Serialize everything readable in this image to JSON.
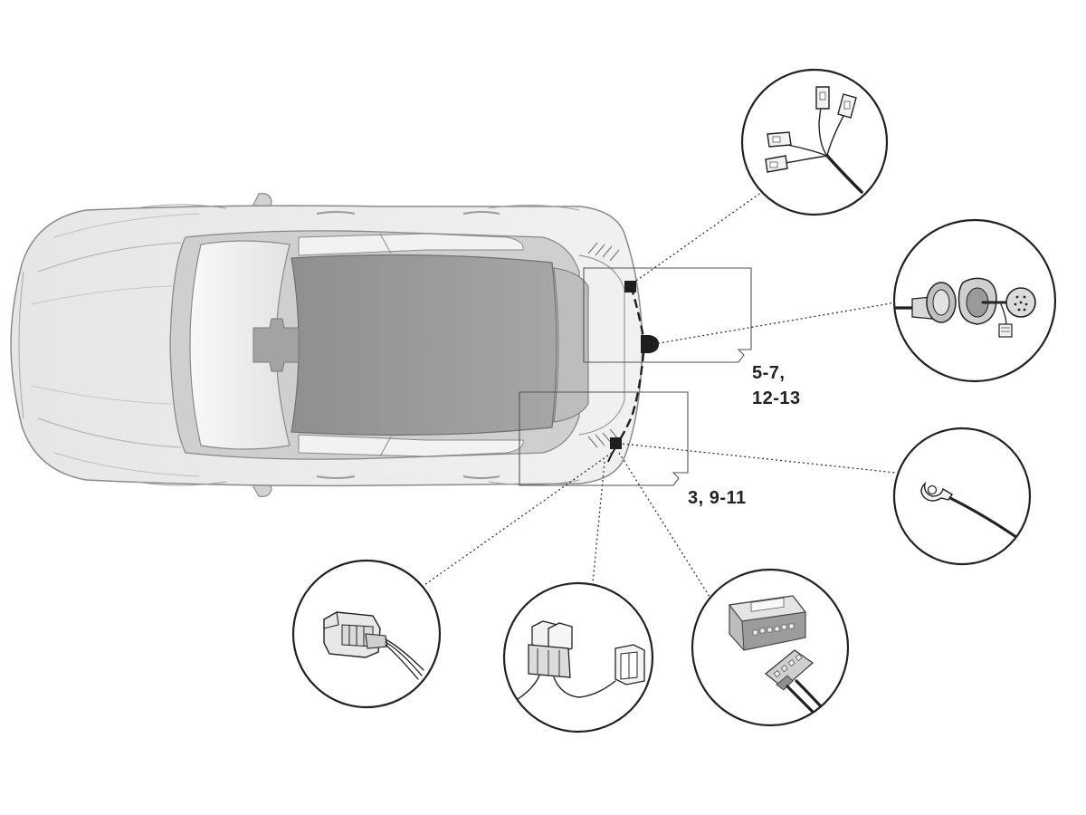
{
  "callouts": {
    "upper_line1": "5-7,",
    "upper_line2": "12-13",
    "lower_line1": "3, 9-11"
  },
  "colors": {
    "body_light": "#ececec",
    "body_mid": "#d7d7d7",
    "body_dark": "#bdbdbd",
    "roof": "#9c9c9c",
    "outline": "#8a8a8a",
    "cable": "#222222"
  },
  "details": [
    {
      "name": "spade-connectors-detail"
    },
    {
      "name": "socket-with-grommet-detail"
    },
    {
      "name": "ring-terminal-ground-detail"
    },
    {
      "name": "vehicle-plug-connector-detail"
    },
    {
      "name": "relay-connector-detail"
    },
    {
      "name": "control-module-detail"
    }
  ]
}
